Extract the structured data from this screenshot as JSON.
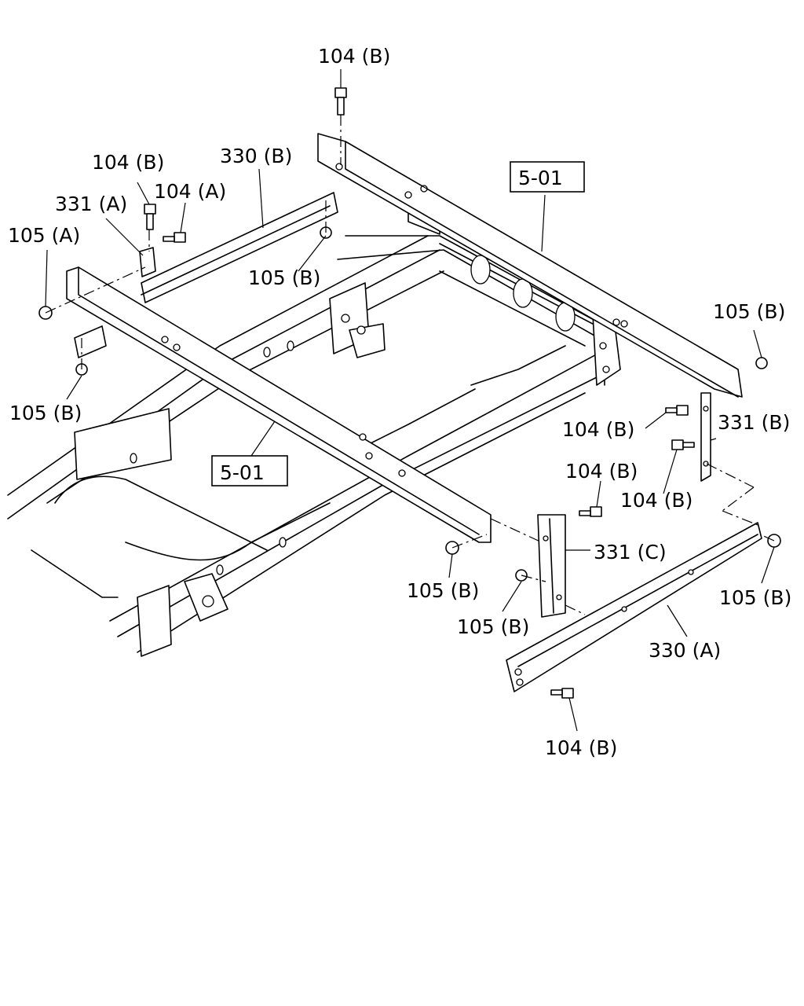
{
  "callouts": {
    "top_104b": "104 (B)",
    "l_104b": "104 (B)",
    "l_330b": "330 (B)",
    "l_331a": "331 (A)",
    "l_104a": "104 (A)",
    "l_105a": "105 (A)",
    "l_105b_mid": "105 (B)",
    "l_105b_lower": "105 (B)",
    "ref_upper": "5-01",
    "ref_lower": "5-01",
    "r_105b_top": "105 (B)",
    "r_104b_a": "104 (B)",
    "r_331b": "331 (B)",
    "r_104b_b": "104 (B)",
    "r_104b_c": "104 (B)",
    "r_331c": "331 (C)",
    "c_105b_a": "105 (B)",
    "c_105b_b": "105 (B)",
    "r_105b_bottom": "105 (B)",
    "r_330a": "330 (A)",
    "b_104b": "104 (B)"
  }
}
